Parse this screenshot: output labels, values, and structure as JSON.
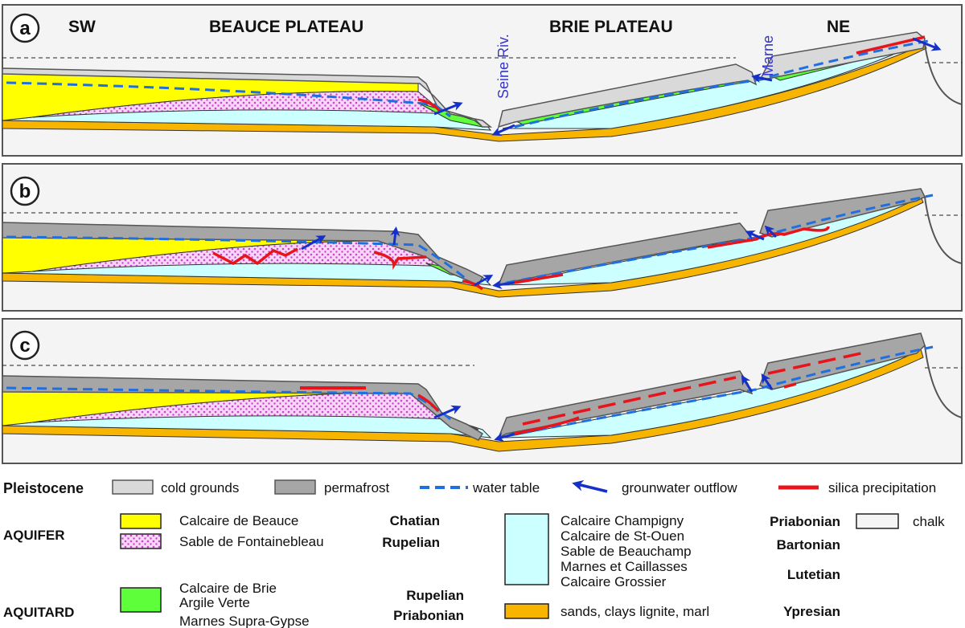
{
  "panels": [
    {
      "letter": "a",
      "sw": "SW",
      "beauce": "BEAUCE PLATEAU",
      "brie": "BRIE PLATEAU",
      "ne": "NE",
      "seine": "Seine Riv.",
      "marne": "Marne"
    },
    {
      "letter": "b"
    },
    {
      "letter": "c"
    }
  ],
  "legend": {
    "pleistocene_title": "Pleistocene",
    "cold_grounds": "cold grounds",
    "permafrost": "permafrost",
    "water_table": "water table",
    "groundwater_outflow": "grounwater outflow",
    "silica_precipitation": "silica precipitation",
    "aquifer": "AQUIFER",
    "aquitard": "AQUITARD",
    "calcaire_beauce": "Calcaire de Beauce",
    "sable_fontainebleau": "Sable de Fontainebleau",
    "chatian": "Chatian",
    "rupelian": "Rupelian",
    "calcaire_brie": "Calcaire de Brie",
    "argile_verte": "Argile Verte",
    "marnes_supra": "Marnes Supra-Gypse",
    "rupelian2": "Rupelian",
    "priabonian2": "Priabonian",
    "champigny": "Calcaire Champigny",
    "st_ouen": "Calcaire de St-Ouen",
    "beauchamp": "Sable de Beauchamp",
    "caillasses": "Marnes et Caillasses",
    "grossier": "Calcaire Grossier",
    "priabonian": "Priabonian",
    "bartonian": "Bartonian",
    "lutetian": "Lutetian",
    "sands": "sands, clays lignite, marl",
    "ypresian": "Ypresian",
    "chalk": "chalk"
  },
  "colors": {
    "yellow": "#ffff00",
    "green": "#5eff3a",
    "cyan": "#ccffff",
    "orange": "#f7b500",
    "pink": "#f7d6f7",
    "dots": "#cc44cc",
    "cold": "#d9d9d9",
    "perma": "#a6a6a6",
    "water": "#1f6fe0",
    "silica": "#e8141c",
    "arrow": "#1530c8",
    "chalk": "#f4f4f4"
  }
}
